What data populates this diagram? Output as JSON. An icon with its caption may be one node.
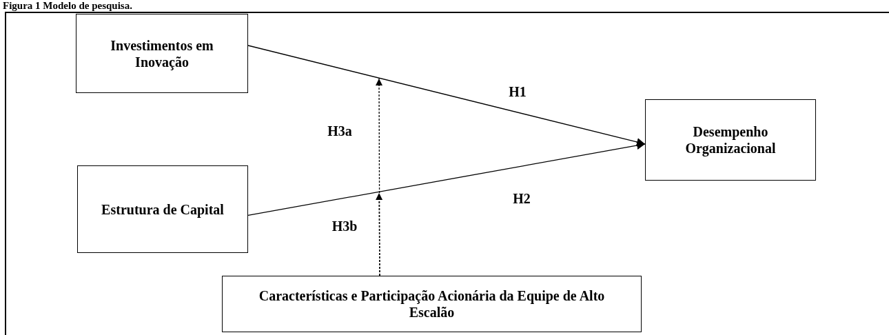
{
  "diagram": {
    "title": "Figura 1 Modelo de pesquisa.",
    "nodes": [
      {
        "text": [
          "Investimentos em Inovação"
        ]
      },
      {
        "text": [
          "Estrutura de Capital"
        ]
      },
      {
        "text": [
          "Desempenho Organizacional"
        ]
      },
      {
        "text": [
          "Características e Participação Acionária da Equipe de Alto Escalão"
        ]
      }
    ],
    "edges": [
      {
        "from": 0,
        "to": 2,
        "arrow": "to",
        "label": "H1"
      },
      {
        "from": 1,
        "to": 2,
        "arrow": "to",
        "label": "H2"
      },
      {
        "from": 3,
        "to": null,
        "arrow": "to",
        "label": "H3a",
        "style": "dashed"
      },
      {
        "from": 3,
        "to": null,
        "arrow": "to",
        "label": "H3b",
        "style": "dashed"
      }
    ]
  }
}
